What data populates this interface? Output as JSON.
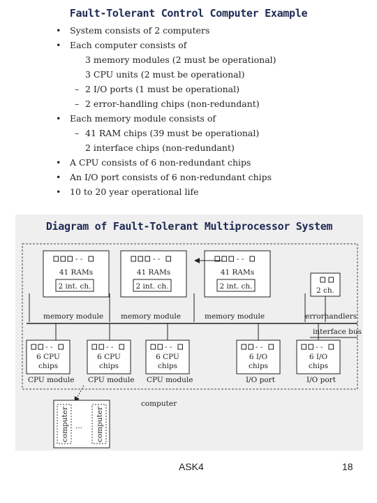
{
  "title": "Fault-Tolerant Control Computer Example",
  "bullets": [
    {
      "marker": "•",
      "text": "System consists of 2 computers"
    },
    {
      "marker": "•",
      "text": "Each computer consists of"
    },
    {
      "marker": "",
      "text": "3 memory modules (2 must be operational)"
    },
    {
      "marker": "",
      "text": "3 CPU units (2 must be operational)"
    },
    {
      "marker": "–",
      "text": "2 I/O ports (1 must be operational)"
    },
    {
      "marker": "–",
      "text": "2 error-handling chips (non-redundant)"
    },
    {
      "marker": "•",
      "text": "Each memory module consists of"
    },
    {
      "marker": "–",
      "text": "41 RAM chips (39 must be operational)"
    },
    {
      "marker": "",
      "text": "2 interface chips (non-redundant)"
    },
    {
      "marker": "•",
      "text": "A CPU consists of 6 non-redundant chips"
    },
    {
      "marker": "•",
      "text": "An I/O port consists of  6 non-redundant chips"
    },
    {
      "marker": "•",
      "text": "10 to 20 year operational life"
    }
  ],
  "diagram": {
    "title": "Diagram of Fault-Tolerant Multiprocessor System",
    "memory_modules": [
      {
        "chips": "41 RAMs",
        "iface": "2 int. ch.",
        "label": "memory module"
      },
      {
        "chips": "41 RAMs",
        "iface": "2 int. ch.",
        "label": "memory module"
      },
      {
        "chips": "41 RAMs",
        "iface": "2 int. ch.",
        "label": "memory module"
      }
    ],
    "errorhandlers": {
      "chips": "2 ch.",
      "label": "errorhandlers"
    },
    "interface_bus": "interface bus",
    "units": [
      {
        "chips": "6 CPU",
        "sub": "chips",
        "label": "CPU module"
      },
      {
        "chips": "6 CPU",
        "sub": "chips",
        "label": "CPU module"
      },
      {
        "chips": "6 CPU",
        "sub": "chips",
        "label": "CPU module"
      },
      {
        "chips": "6 I/O",
        "sub": "chips",
        "label": "I/O port"
      },
      {
        "chips": "6 I/O",
        "sub": "chips",
        "label": "I/O port"
      }
    ],
    "computer_label": "computer",
    "computer_box_label": "computer",
    "ellipsis": "..."
  },
  "footer": {
    "left": "ASK4",
    "right": "18"
  }
}
